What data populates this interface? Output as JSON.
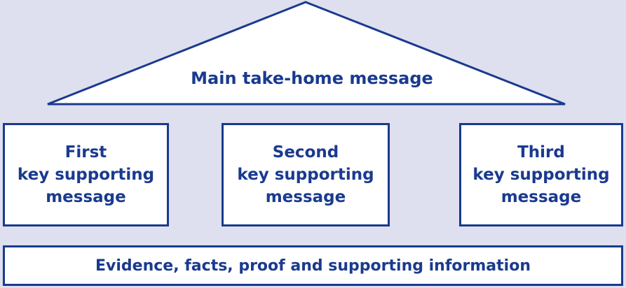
{
  "colors": {
    "background": "#dedfef",
    "ink": "#1a3a8f",
    "box_fill": "#ffffff"
  },
  "roof": {
    "label": "Main take-home message"
  },
  "pillars": [
    {
      "line1": "First",
      "line2": "key supporting",
      "line3": "message"
    },
    {
      "line1": "Second",
      "line2": "key supporting",
      "line3": "message"
    },
    {
      "line1": "Third",
      "line2": "key supporting",
      "line3": "message"
    }
  ],
  "foundation": {
    "label": "Evidence, facts, proof and supporting information"
  }
}
